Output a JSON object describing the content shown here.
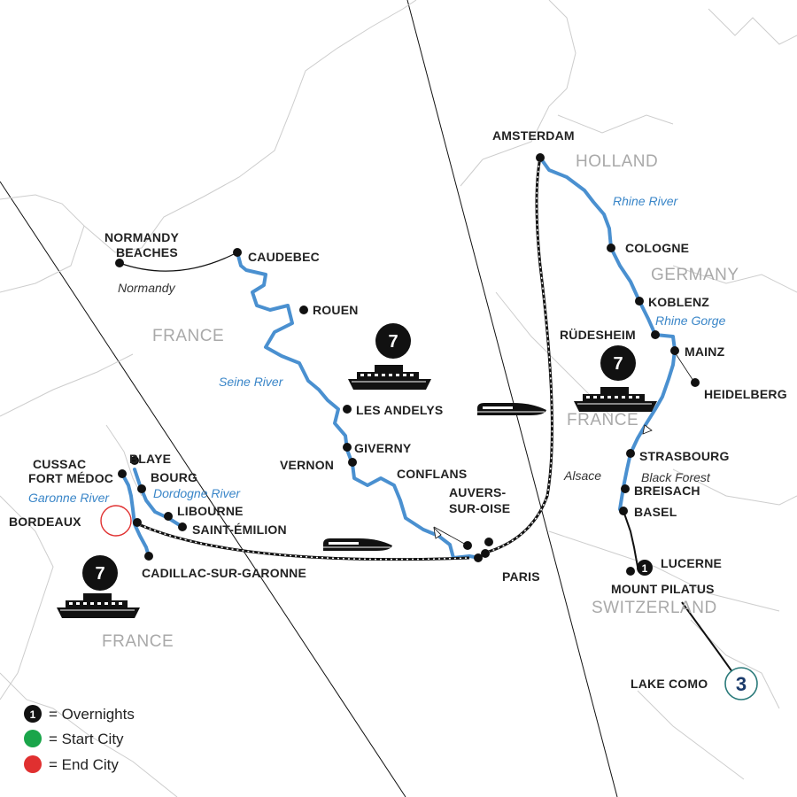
{
  "colors": {
    "river": "#4a90d0",
    "route": "#111111",
    "start_city": "#1aa54a",
    "end_city": "#e03030",
    "overnight_badge": "#111111",
    "como_badge": "#2a7a7a",
    "land_border": "#cccccc"
  },
  "map_title": "",
  "countries": {
    "france_north": "FRANCE",
    "france_east": "FRANCE",
    "france_south": "FRANCE",
    "holland": "HOLLAND",
    "germany": "GERMANY",
    "switzerland": "SWITZERLAND"
  },
  "rivers": {
    "seine": "Seine River",
    "rhine": "Rhine River",
    "rhine_gorge": "Rhine Gorge",
    "garonne": "Garonne River",
    "dordogne": "Dordogne River"
  },
  "regions": {
    "normandy": "Normandy",
    "alsace": "Alsace",
    "black_forest": "Black Forest"
  },
  "cities": {
    "normandy_beaches_1": "NORMANDY",
    "normandy_beaches_2": "BEACHES",
    "caudebec": "CAUDEBEC",
    "rouen": "ROUEN",
    "les_andelys": "LES ANDELYS",
    "giverny": "GIVERNY",
    "vernon": "VERNON",
    "conflans": "CONFLANS",
    "auvers_1": "AUVERS-",
    "auvers_2": "SUR-OISE",
    "paris": "PARIS",
    "amsterdam": "AMSTERDAM",
    "cologne": "COLOGNE",
    "koblenz": "KOBLENZ",
    "rudesheim": "RÜDESHEIM",
    "mainz": "MAINZ",
    "heidelberg": "HEIDELBERG",
    "strasbourg": "STRASBOURG",
    "breisach": "BREISACH",
    "basel": "BASEL",
    "lucerne": "LUCERNE",
    "mount_pilatus": "MOUNT PILATUS",
    "lake_como": "LAKE COMO",
    "cussac": "CUSSAC",
    "fort_medoc": "FORT MÉDOC",
    "blaye": "BLAYE",
    "bourg": "BOURG",
    "libourne": "LIBOURNE",
    "saint_emilion": "SAINT-ÉMILION",
    "bordeaux": "BORDEAUX",
    "cadillac": "CADILLAC-SUR-GARONNE"
  },
  "badges": {
    "seine_nights": "7",
    "rhine_nights": "7",
    "bordeaux_nights": "7",
    "lucerne_nights": "1",
    "como_nights": "3"
  },
  "legend": {
    "overnights_num": "1",
    "overnights": "= Overnights",
    "start_city": "= Start City",
    "end_city": "= End City"
  },
  "icons": {
    "ship": "river-cruise-ship-icon",
    "train": "high-speed-train-icon"
  }
}
